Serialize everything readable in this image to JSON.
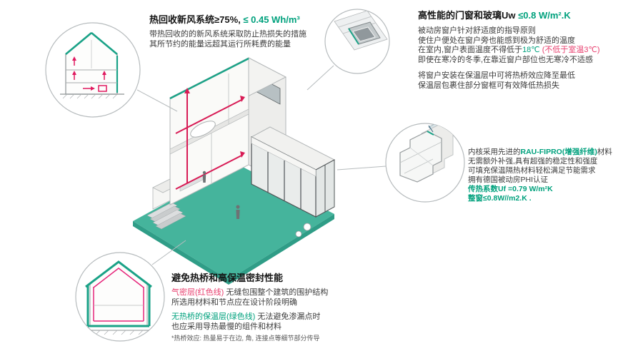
{
  "colors": {
    "accent_green": "#00a17d",
    "accent_pink": "#e8406f",
    "terrace_teal": "#45b49c",
    "duct_red": "#d81b55"
  },
  "callouts": {
    "ventilation": {
      "title": "热回收新风系统≥75%,",
      "title_value": " ≤ 0.45 Wh/m³",
      "body": [
        "带热回收的的新风系统采取防止热损失的措施",
        "其所节约的能量远超其运行所耗费的能量"
      ]
    },
    "windows": {
      "title": "高性能的门窗和玻璃Uw ",
      "title_value": "≤0.8 W/m².K",
      "line1": "被动房窗户针对舒适度的指导原则",
      "line2": "使住户便处在窗户旁也能感到极为舒适的温度",
      "line3_pre": "在室内,窗户表面温度不得低于",
      "line3_temp": "18℃",
      "line3_note": " (不低于室温3℃)",
      "line4": "即使在寒冷的冬季,在靠近窗户部位也无寒冷不适感",
      "line5": "将窗户安装在保温层中可将热桥效应降至最低",
      "line6": "保温层包裹住部分窗框可有效降低热损失"
    },
    "profile": {
      "line1_pre": "内核采用先进的",
      "line1_brand": "RAU-FIPRO(增强纤维)",
      "line1_post": "材料",
      "line2": "无需额外补强,具有超强的稳定性和强度",
      "line3": "可填充保温隔热材料轻松满足节能需求",
      "line4": "拥有德国被动房PHI认证",
      "line5": "传热系数Uf =0.79 W/m²K",
      "line6": "整窗≤0.8W//m2.K ."
    },
    "thermal": {
      "title": "避免热桥和高保温密封性能",
      "line1_label": "气密层(红色线)",
      "line1_rest": " 无缝包围整个建筑的围护结构",
      "line2": "所选用材料和节点应在设计阶段明确",
      "line3_label": "无热桥的保温层(绿色线)",
      "line3_rest": " 无法避免渗漏点时",
      "line4": "也应采用导热最慢的组件和材料",
      "footnote": "*热桥效应: 热量易于在边, 角, 连接点等细节部分传导"
    }
  }
}
